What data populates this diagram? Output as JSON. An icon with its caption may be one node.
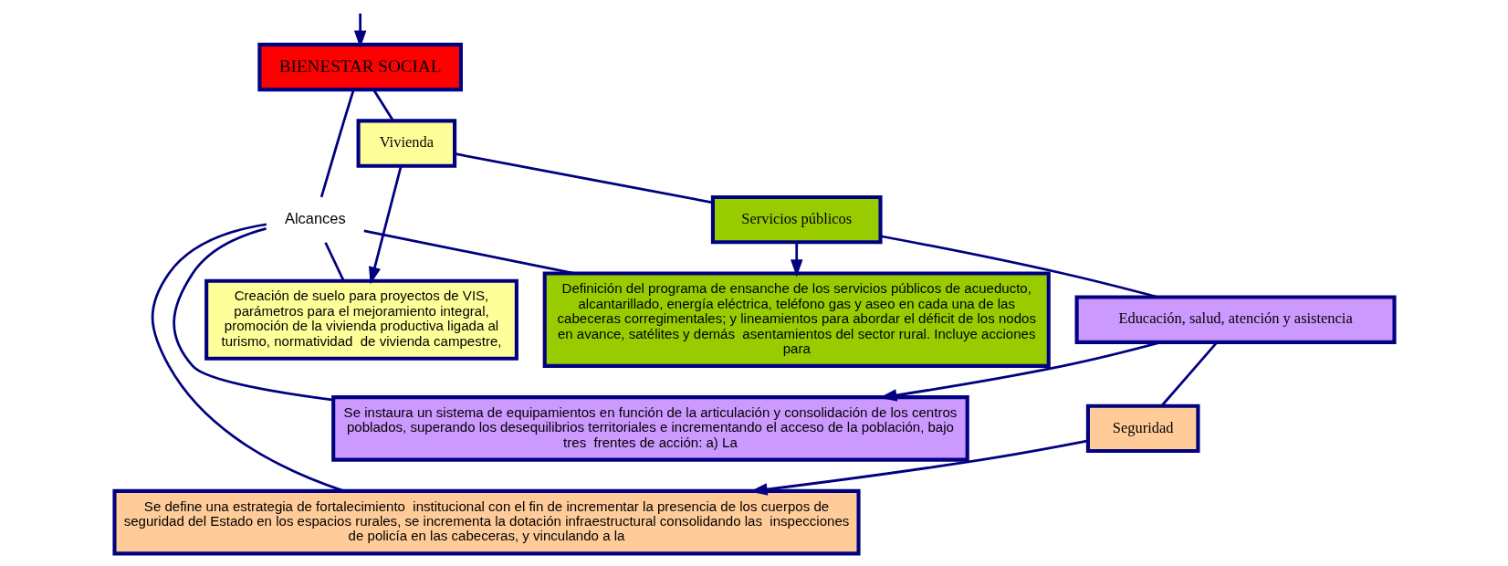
{
  "diagram": {
    "nodes": [
      {
        "text": [
          "BIENESTAR SOCIAL"
        ]
      },
      {
        "text": [
          "Vivienda"
        ]
      },
      {
        "text": [
          "Creación de suelo para proyectos de VIS, parámetros para el mejoramiento integral, promoción de la vivienda productiva ligada al turismo, normatividad  de vivienda campestre,"
        ]
      },
      {
        "text": [
          "Servicios públicos"
        ]
      },
      {
        "text": [
          "Definición del programa de ensanche de los servicios públicos de acueducto, alcantarillado, energía eléctrica, teléfono gas y aseo en cada una de las cabeceras corregimentales; y lineamientos para abordar el déficit de los nodos en avance, satélites y demás  asentamientos del sector rural. Incluye acciones para"
        ]
      },
      {
        "text": [
          "Educación, salud, atención y asistencia"
        ]
      },
      {
        "text": [
          "Se instaura un sistema de equipamientos en función de la articulación y consolidación de los centros poblados, superando los desequilibrios territoriales e incrementando el acceso de la población, bajo tres  frentes de acción: a) La"
        ]
      },
      {
        "text": [
          "Seguridad"
        ]
      },
      {
        "text": [
          "Se define una estrategia de fortalecimiento  institucional con el fin de incrementar la presencia de los cuerpos de seguridad del Estado en los espacios rurales, se incrementa la dotación infraestructural consolidando las  inspecciones de policía en las cabeceras, y vinculando a la"
        ]
      },
      {
        "text": [
          "Alcances"
        ]
      }
    ],
    "edges": [
      {
        "from": null,
        "to": 0,
        "arrow": "to"
      },
      {
        "from": 0,
        "to": 1,
        "arrow": "none"
      },
      {
        "from": 1,
        "to": 2,
        "arrow": "to"
      },
      {
        "from": 1,
        "to": 3,
        "arrow": "none"
      },
      {
        "from": 3,
        "to": 4,
        "arrow": "to"
      },
      {
        "from": 3,
        "to": 5,
        "arrow": "none"
      },
      {
        "from": 5,
        "to": 6,
        "arrow": "to"
      },
      {
        "from": 5,
        "to": 7,
        "arrow": "none"
      },
      {
        "from": 7,
        "to": 8,
        "arrow": "to"
      },
      {
        "from": 0,
        "to": 9,
        "arrow": "none"
      },
      {
        "from": 9,
        "to": 2,
        "arrow": "none"
      },
      {
        "from": 9,
        "to": 4,
        "arrow": "none"
      },
      {
        "from": 9,
        "to": 6,
        "arrow": "none"
      },
      {
        "from": 9,
        "to": 8,
        "arrow": "none"
      }
    ]
  }
}
